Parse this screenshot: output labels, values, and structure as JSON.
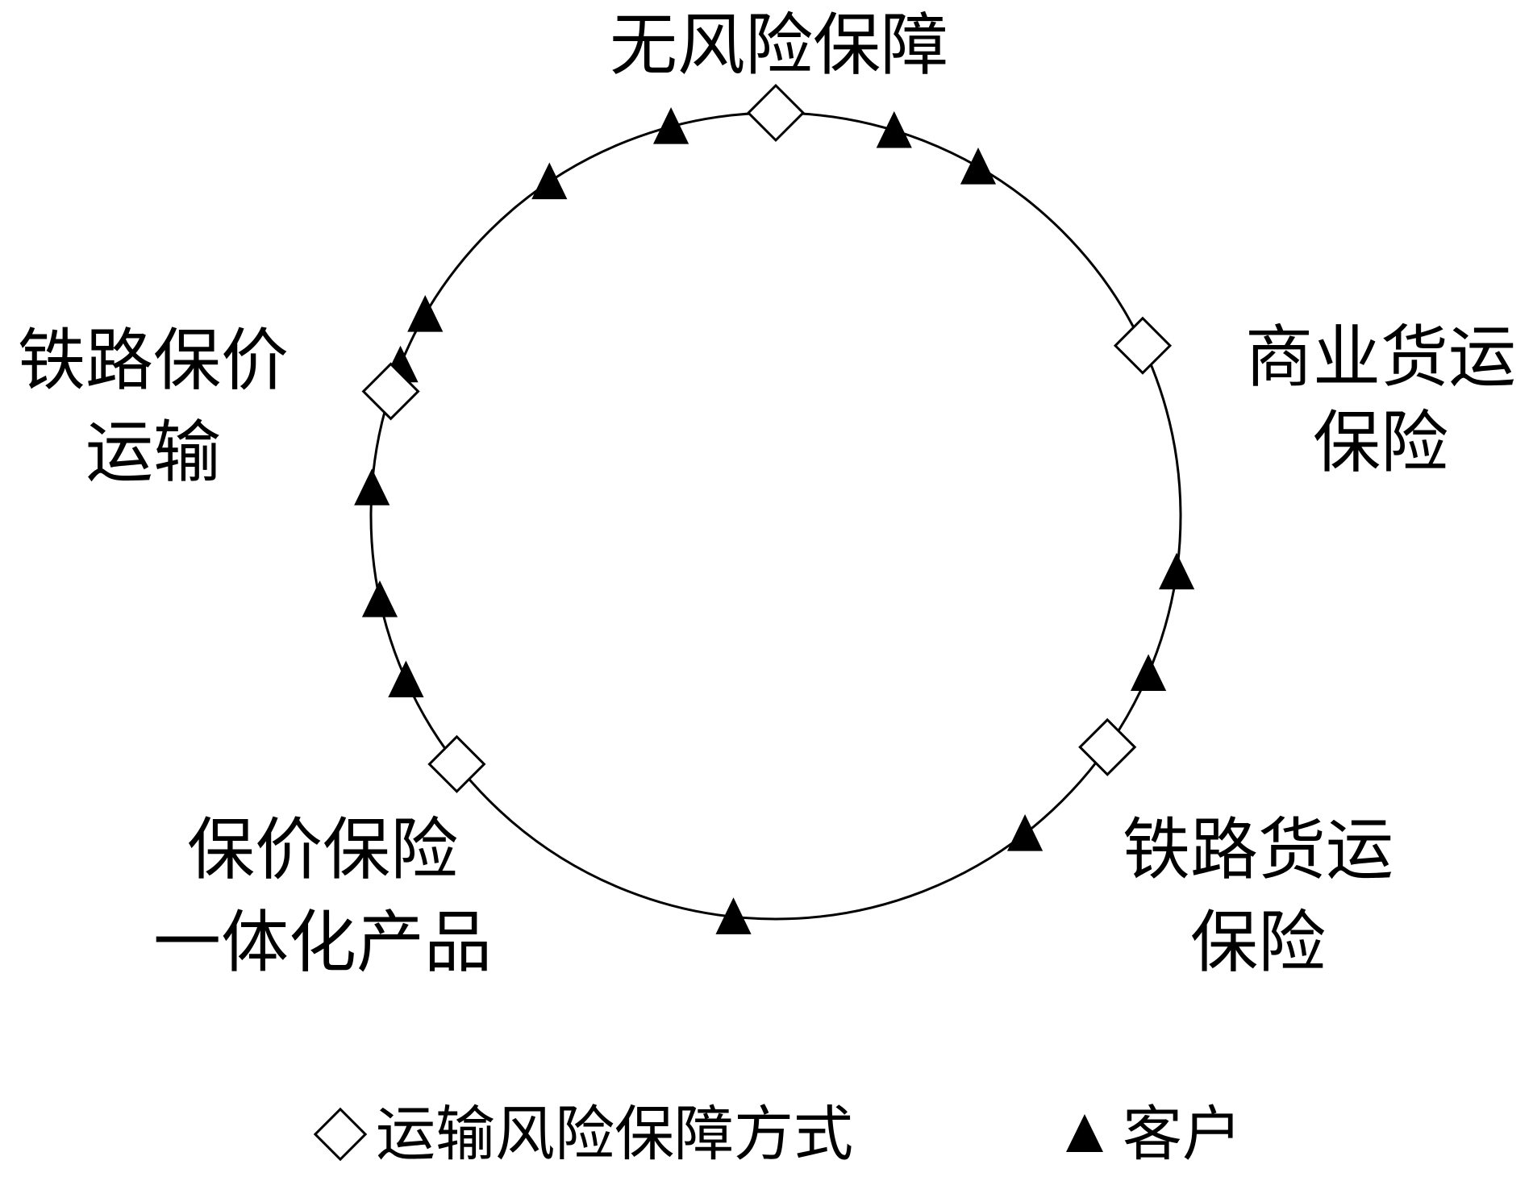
{
  "labels": {
    "top": "无风险保障",
    "right_upper_line1": "商业货运",
    "right_upper_line2": "保险",
    "left_upper_line1": "铁路保价",
    "left_upper_line2": "运输",
    "left_lower_line1": "保价保险",
    "left_lower_line2": "一体化产品",
    "right_lower_line1": "铁路货运",
    "right_lower_line2": "保险"
  },
  "legend": {
    "diamond_label": "运输风险保障方式",
    "triangle_label": "客户"
  },
  "colors": {
    "stroke": "#000000",
    "fill_triangle": "#000000",
    "fill_diamond": "#ffffff"
  },
  "circle": {
    "diamond_angles_deg": [
      -90,
      -25,
      35,
      142,
      198
    ],
    "triangle_angles_deg": [
      -105,
      -73,
      -60,
      -124,
      -150,
      -158,
      8,
      23,
      52,
      96,
      156,
      168,
      184
    ]
  }
}
